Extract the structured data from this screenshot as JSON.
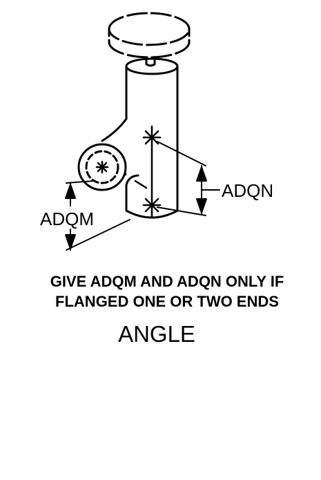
{
  "labels": {
    "dim_n": "ADQN",
    "dim_m": "ADQM"
  },
  "caption": {
    "line1": "GIVE ADQM AND ADQN ONLY IF",
    "line2": "FLANGED ONE OR TWO ENDS"
  },
  "title": "ANGLE"
}
